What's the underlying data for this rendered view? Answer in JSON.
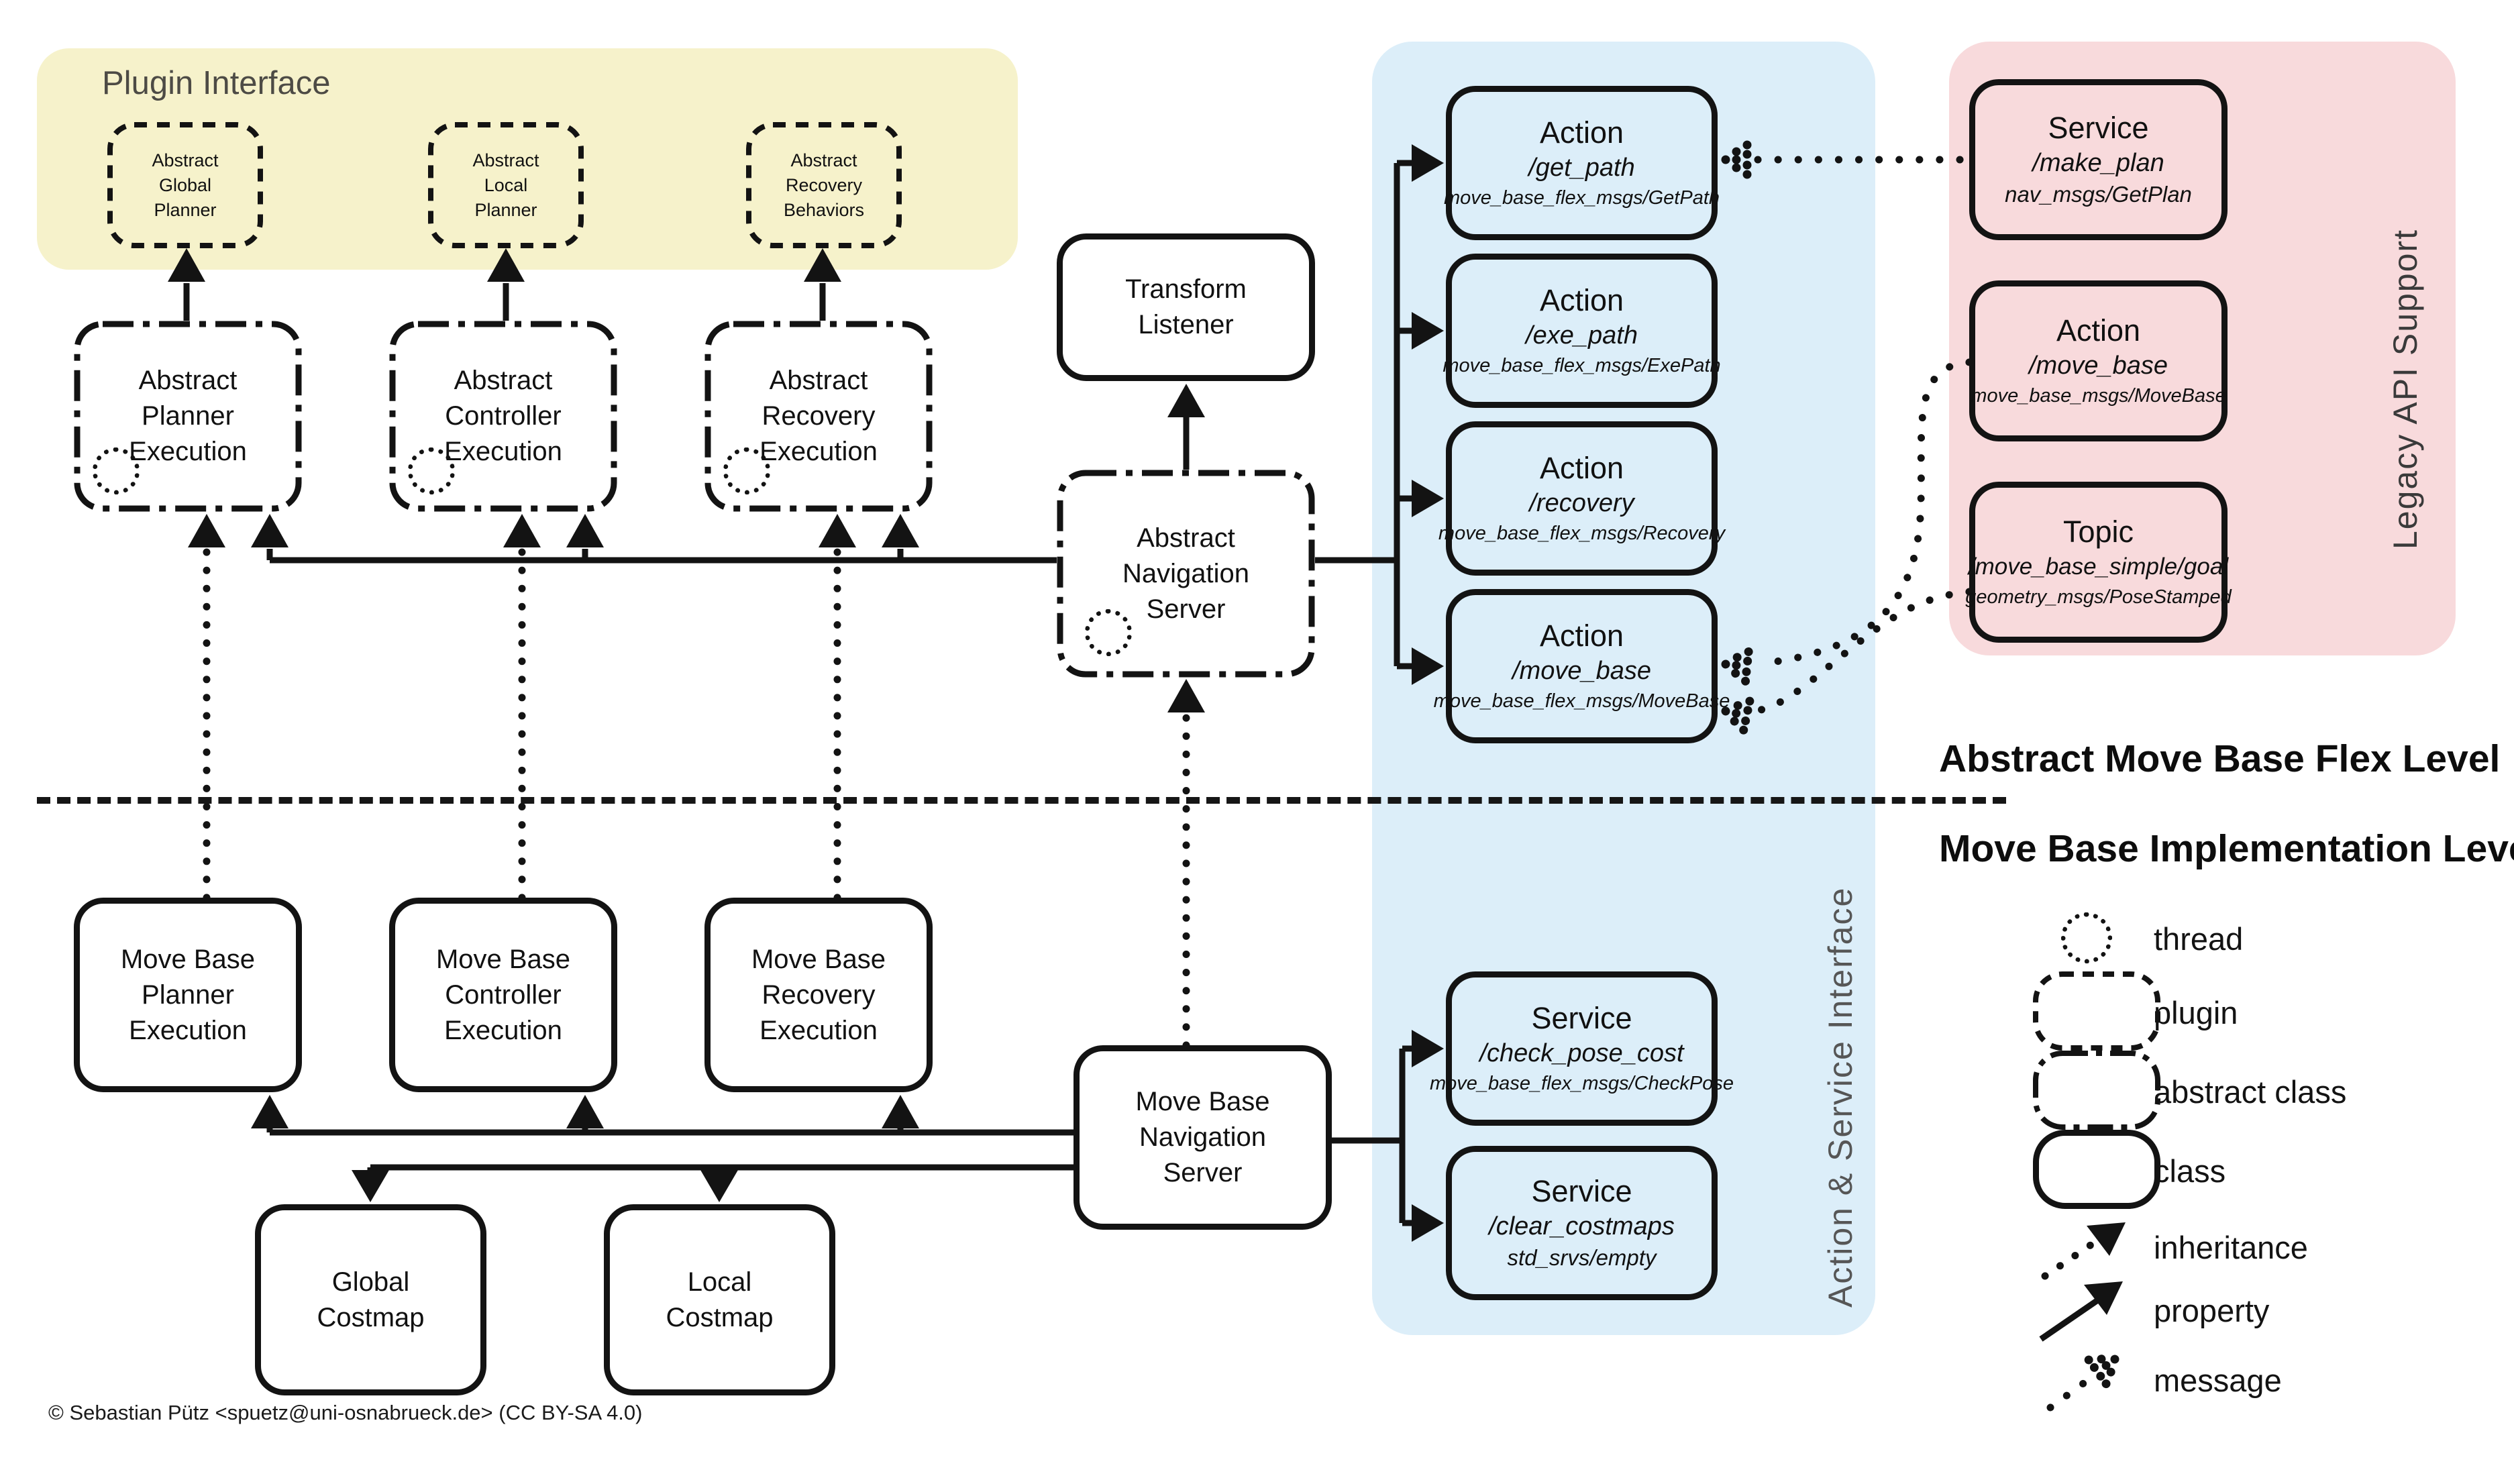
{
  "colors": {
    "plugin_band": "#f6f2cb",
    "interface_band": "#dceef9",
    "legacy_band": "#f8dadc",
    "line": "#131313",
    "muted_label": "#4d4b45"
  },
  "plugin_interface": {
    "title": "Plugin Interface",
    "plugins": [
      {
        "label": "Abstract\nGlobal\nPlanner"
      },
      {
        "label": "Abstract\nLocal\nPlanner"
      },
      {
        "label": "Abstract\nRecovery\nBehaviors"
      }
    ]
  },
  "abstract_level": {
    "executions": [
      {
        "label": "Abstract\nPlanner\nExecution"
      },
      {
        "label": "Abstract\nController\nExecution"
      },
      {
        "label": "Abstract\nRecovery\nExecution"
      }
    ],
    "transform_listener": {
      "label": "Transform\nListener"
    },
    "navigation_server": {
      "label": "Abstract\nNavigation\nServer"
    },
    "actions": [
      {
        "kind": "Action",
        "topic": "/get_path",
        "type": "move_base_flex_msgs/GetPath"
      },
      {
        "kind": "Action",
        "topic": "/exe_path",
        "type": "move_base_flex_msgs/ExePath"
      },
      {
        "kind": "Action",
        "topic": "/recovery",
        "type": "move_base_flex_msgs/Recovery"
      },
      {
        "kind": "Action",
        "topic": "/move_base",
        "type": "move_base_flex_msgs/MoveBase"
      }
    ]
  },
  "implementation_level": {
    "executions": [
      {
        "label": "Move Base\nPlanner\nExecution"
      },
      {
        "label": "Move Base\nController\nExecution"
      },
      {
        "label": "Move Base\nRecovery\nExecution"
      }
    ],
    "navigation_server": {
      "label": "Move Base\nNavigation\nServer"
    },
    "costmaps": [
      {
        "label": "Global\nCostmap"
      },
      {
        "label": "Local\nCostmap"
      }
    ],
    "services": [
      {
        "kind": "Service",
        "topic": "/check_pose_cost",
        "type": "move_base_flex_msgs/CheckPose"
      },
      {
        "kind": "Service",
        "topic": "/clear_costmaps",
        "type": "std_srvs/empty"
      }
    ]
  },
  "legacy_api": {
    "title": "Legacy API Support",
    "items": [
      {
        "kind": "Service",
        "topic": "/make_plan",
        "type": "nav_msgs/GetPlan"
      },
      {
        "kind": "Action",
        "topic": "/move_base",
        "type": "move_base_msgs/MoveBase"
      },
      {
        "kind": "Topic",
        "topic": "/move_base_simple/goal",
        "type": "geometry_msgs/PoseStamped"
      }
    ]
  },
  "interface_band": {
    "title": "Action & Service Interface"
  },
  "levels": {
    "abstract": "Abstract Move Base Flex Level",
    "implementation": "Move Base Implementation Level"
  },
  "legend": {
    "items": [
      {
        "label": "thread"
      },
      {
        "label": "plugin"
      },
      {
        "label": "abstract class"
      },
      {
        "label": "class"
      },
      {
        "label": "inheritance"
      },
      {
        "label": "property"
      },
      {
        "label": "message"
      }
    ]
  },
  "footer": {
    "copyright": "© Sebastian Pütz <spuetz@uni-osnabrueck.de> (CC BY-SA 4.0)"
  }
}
